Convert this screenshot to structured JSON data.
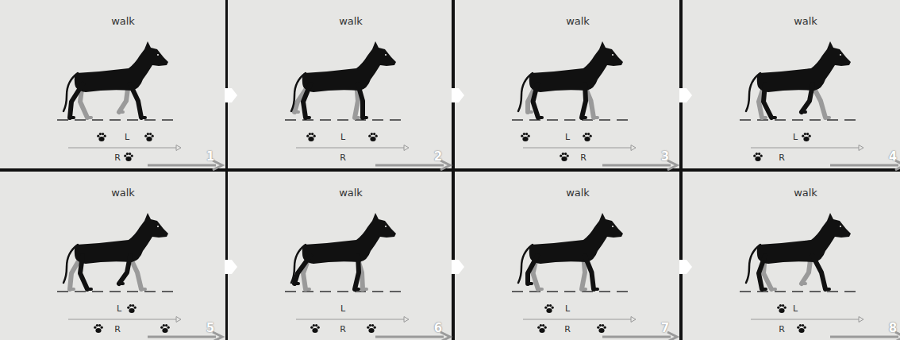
{
  "diagram": {
    "labels": [
      "walk",
      "L",
      "R",
      "1",
      "walk",
      "L",
      "R",
      "2",
      "walk",
      "L",
      "R",
      "3",
      "walk",
      "L",
      "R",
      "4",
      "walk",
      "L",
      "R",
      "5",
      "walk",
      "L",
      "R",
      "6",
      "walk",
      "L",
      "R",
      "7",
      "walk",
      "L",
      "R",
      "8"
    ]
  }
}
